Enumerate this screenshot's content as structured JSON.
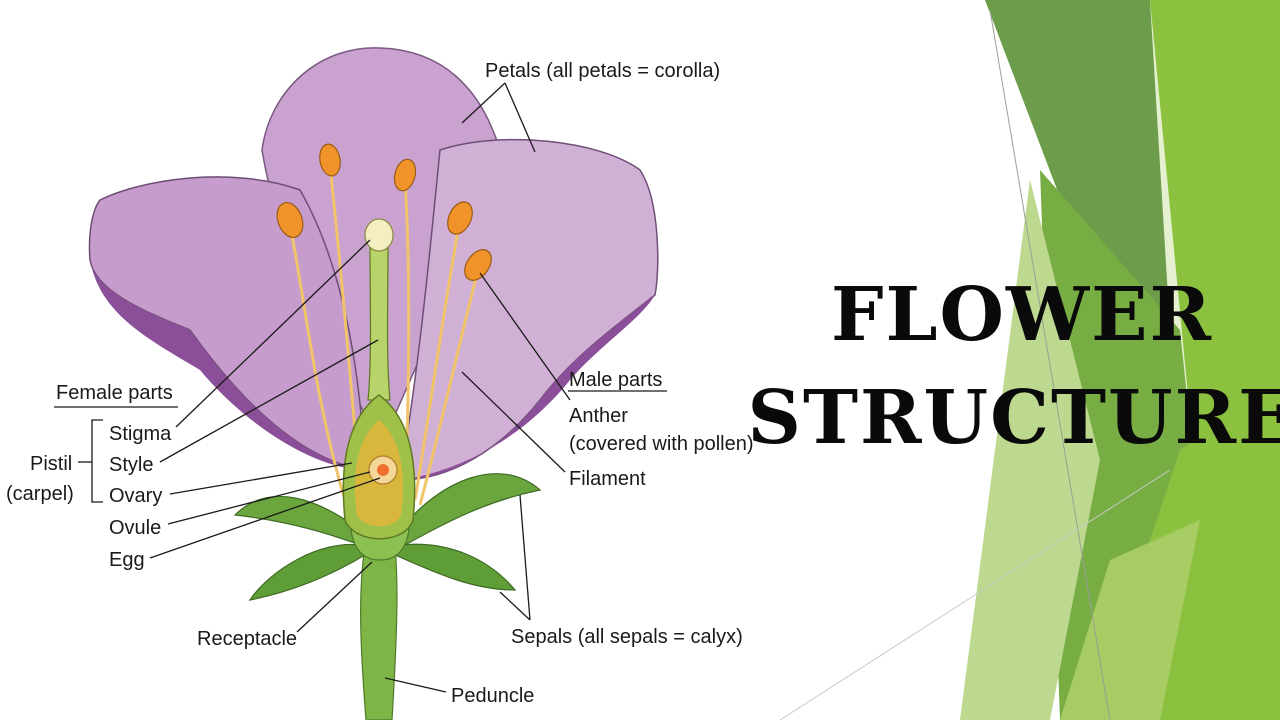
{
  "title": {
    "line1": "FLOWER",
    "line2": "STRUCTURE"
  },
  "labels": {
    "petals": "Petals (all petals = corolla)",
    "female_parts": "Female parts",
    "male_parts": "Male parts",
    "pistil": "Pistil",
    "carpel": "(carpel)",
    "stigma": "Stigma",
    "style": "Style",
    "ovary": "Ovary",
    "ovule": "Ovule",
    "egg": "Egg",
    "anther": "Anther",
    "anther_note": "(covered with pollen)",
    "filament": "Filament",
    "receptacle": "Receptacle",
    "sepals": "Sepals (all sepals = calyx)",
    "peduncle": "Peduncle"
  },
  "colors": {
    "petal_light": "#d9b8dc",
    "petal_mid": "#b98dc0",
    "petal_dark": "#8a4f98",
    "stem_green": "#7fb546",
    "leaf_green": "#5f9e36",
    "anther_orange": "#f0932b",
    "filament_yellow": "#f2c46a",
    "ovary_yellow": "#d8b73c",
    "accent_green_1": "#6d9d4a",
    "accent_green_2": "#8cc13f",
    "accent_green_3": "#bcd98f"
  }
}
